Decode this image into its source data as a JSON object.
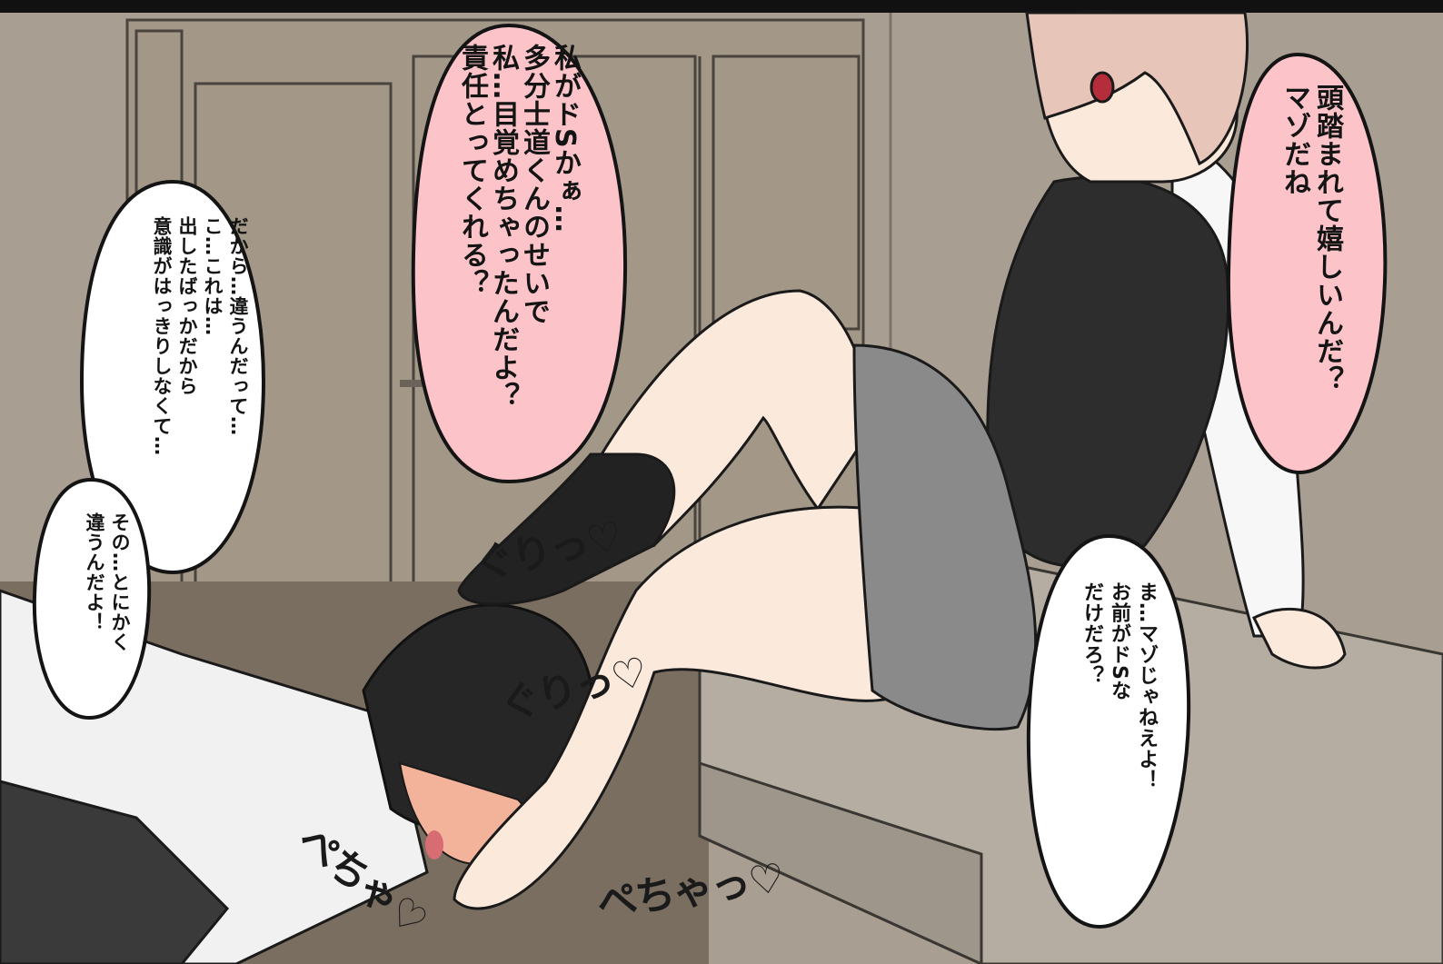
{
  "bubbles": {
    "pink_top": "私がドSかぁ…\n多分士道くんのせいで\n私…目覚めちゃったんだよ？\n責任とってくれる？",
    "pink_right": "頭踏まれて嬉しいんだ？\nマゾだね",
    "white_left": "だから…違うんだって…\nこ…これは…\n出したばっかだから\n意識がはっきりしなくて…",
    "white_left_small": "その…とにかく\n違うんだよ！",
    "white_right": "ま…マゾじゃねえよ！\nお前がドSな\nだけだろ？"
  },
  "sfx": {
    "grind_1": "ぐりっ♡",
    "grind_2": "ぐりっ♡",
    "lick_1": "ぺちゃ♡",
    "lick_2": "ぺちゃっ♡"
  },
  "colors": {
    "wall": "#a89e91",
    "wall_dark": "#8f857a",
    "floor": "#7a6e60",
    "bubble_pink": "#fcc4c9",
    "bubble_white": "#ffffff",
    "outline": "#141414",
    "skin": "#fbe9dc",
    "hair_girl": "#e7c5b8",
    "hair_boy": "#262626",
    "vest": "#2d2d2d",
    "skirt": "#8a8a8a",
    "shirt": "#f4f4f4",
    "bed": "#b5ada2"
  }
}
